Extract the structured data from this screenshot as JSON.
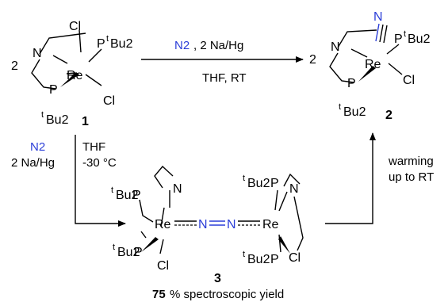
{
  "left_top": {
    "coefficient": "2",
    "atoms": [
      "N",
      "Cl",
      "P",
      "t",
      "Bu2",
      "Re",
      "Cl",
      "P"
    ],
    "label": "1"
  },
  "top_arrow": {
    "reagent_species": "N2",
    "reagent_rest": ", 2 Na/Hg",
    "conditions": "THF, RT"
  },
  "right_top": {
    "coefficient": "2",
    "atoms": [
      "N",
      "N",
      "P",
      "t",
      "Bu2",
      "Re",
      "Cl",
      "P"
    ],
    "label": "2"
  },
  "left_arrow": {
    "reagent_species": "N2",
    "reagent_rest": "2 Na/Hg",
    "solvent": "THF",
    "temperature": "-30 °C"
  },
  "bottom": {
    "atoms": [
      "N",
      "N",
      "P",
      "t",
      "Bu2",
      "Re",
      "Cl"
    ],
    "label": "3",
    "yield_value": "75",
    "yield_text": " % spectroscopic yield"
  },
  "right_arrow": {
    "line1": "warming",
    "line2": "up to RT"
  },
  "colors": {
    "nitrogen_blue": "#2b3ed8",
    "ink": "#000000",
    "background": "#ffffff"
  }
}
